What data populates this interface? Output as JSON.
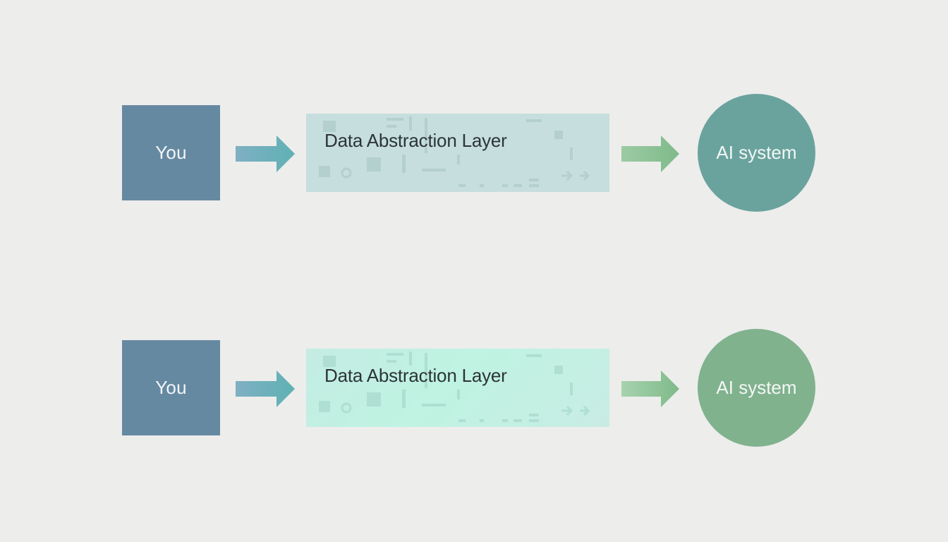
{
  "colors": {
    "background": "#ededec",
    "user_box": "#6689a2",
    "layer_1": "#c6dedd",
    "layer_2": "#bff3e2",
    "ai_circle_1": "#6aa39d",
    "ai_circle_2": "#80b28e",
    "arrow_in": "#6aacb6",
    "arrow_out": "#8cc296"
  },
  "flows": [
    {
      "user_label": "You",
      "layer_label": "Data Abstraction Layer",
      "ai_label": "AI system"
    },
    {
      "user_label": "You",
      "layer_label": "Data Abstraction Layer",
      "ai_label": "AI system"
    }
  ]
}
